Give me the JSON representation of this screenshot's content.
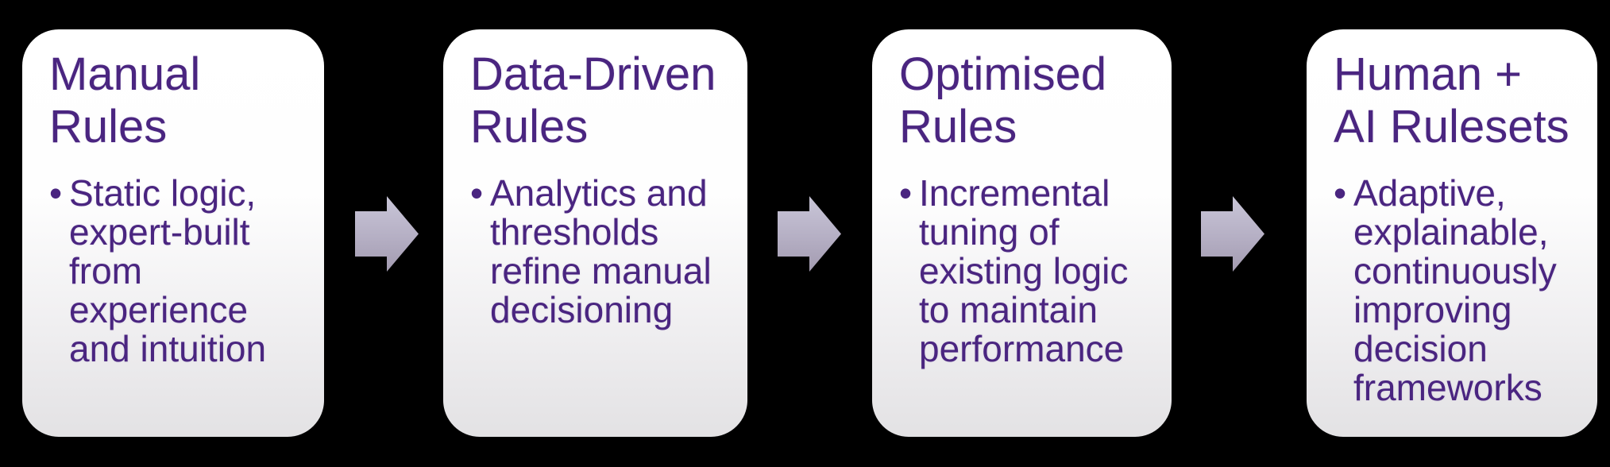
{
  "diagram": {
    "type": "process-flow",
    "bullet_char": "•",
    "steps": [
      {
        "title": "Manual\nRules",
        "text": "Static logic,\nexpert-built\nfrom\nexperience\nand intuition"
      },
      {
        "title": "Data-Driven\nRules",
        "text": "Analytics and\nthresholds\nrefine manual\ndecisioning"
      },
      {
        "title": "Optimised\nRules",
        "text": "Incremental\ntuning of\nexisting logic\nto maintain\nperformance"
      },
      {
        "title": "Human +\nAI Rulesets",
        "text": "Adaptive,\nexplainable,\ncontinuously\nimproving\ndecision\nframeworks"
      }
    ],
    "colors": {
      "background": "#000000",
      "text": "#4a2580",
      "card_gradient_top": "#ffffff",
      "card_gradient_bottom": "#e3e2e4",
      "arrow_gradient_top": "#c9c6d8",
      "arrow_gradient_bottom": "#a39bb0"
    }
  }
}
